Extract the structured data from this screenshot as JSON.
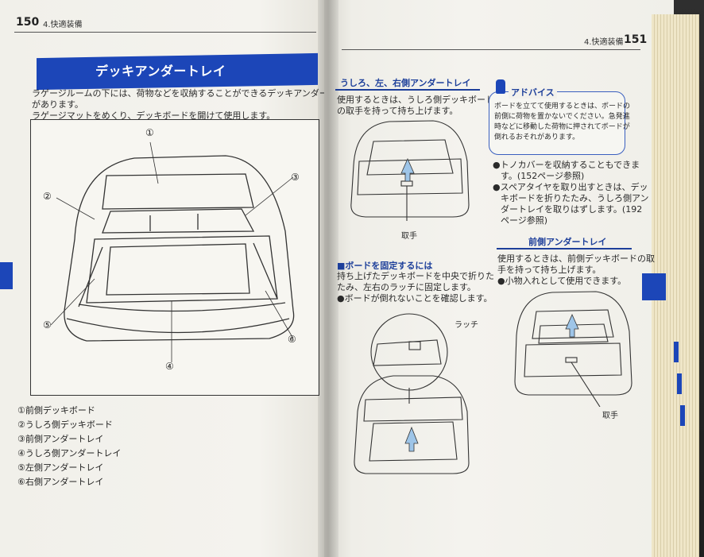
{
  "left_page": {
    "page_number": "150",
    "chapter": "4.快適装備",
    "title": "デッキアンダートレイ",
    "intro_lines": [
      "ラゲージルームの下には、荷物などを収納することができるデッキアンダートレイ",
      "があります。",
      "ラゲージマットをめくり、デッキボードを開けて使用します。"
    ],
    "callouts": [
      "①",
      "②",
      "③",
      "④",
      "⑤",
      "⑥"
    ],
    "legend": [
      "①前側デッキボード",
      "②うしろ側デッキボード",
      "③前側アンダートレイ",
      "④うしろ側アンダートレイ",
      "⑤左側アンダートレイ",
      "⑥右側アンダートレイ"
    ]
  },
  "right_page": {
    "page_number": "151",
    "chapter": "4.快適装備",
    "section1": {
      "heading": "うしろ、左、右側アンダートレイ",
      "lines": [
        "使用するときは、うしろ側デッキボード",
        "の取手を持って持ち上げます。"
      ],
      "label": "取手"
    },
    "section2": {
      "heading": "■ボードを固定するには",
      "lines": [
        "持ち上げたデッキボードを中央で折りた",
        "たみ、左右のラッチに固定します。",
        "●ボードが倒れないことを確認します。"
      ],
      "label": "ラッチ"
    },
    "advice": {
      "title": "アドバイス",
      "lines": [
        "ボードを立てて使用するときは、ボードの",
        "前側に荷物を置かないでください。急発進",
        "時などに移動した荷物に押されてボードが",
        "倒れるおそれがあります。"
      ]
    },
    "bullets": [
      "●トノカバーを収納することもできま",
      "す。(152ページ参照)",
      "●スペアタイヤを取り出すときは、デッ",
      "キボードを折りたたみ、うしろ側アン",
      "ダートレイを取りはずします。(192",
      "ページ参照)"
    ],
    "section3": {
      "heading": "前側アンダートレイ",
      "lines": [
        "使用するときは、前側デッキボードの取",
        "手を持って持ち上げます。",
        "●小物入れとして使用できます。"
      ],
      "label": "取手"
    }
  },
  "colors": {
    "accent_blue": "#1c46b8",
    "paper": "#f3f2ec",
    "ink": "#2a2a2a"
  }
}
